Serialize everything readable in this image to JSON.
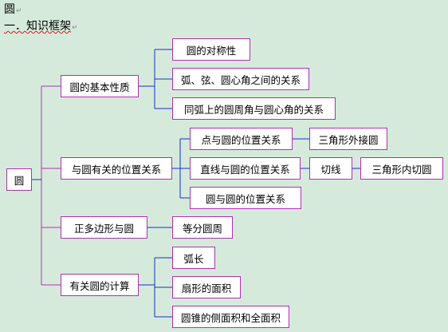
{
  "header": {
    "title": "圆",
    "subtitle": "一．知识框架",
    "paragraph_mark": "↵"
  },
  "colors": {
    "background": "#d6eadc",
    "box_border": "#b030b0",
    "branch_line": "#1830c8",
    "main_line": "#b030b0"
  },
  "diagram": {
    "root": "圆",
    "level1": [
      "圆的基本性质",
      "与圆有关的位置关系",
      "正多边形与圆",
      "有关圆的计算"
    ],
    "basic_properties": [
      "圆的对称性",
      "弧、弦、圆心角之间的关系",
      "同弧上的圆周角与圆心角的关系"
    ],
    "position_relations": [
      "点与圆的位置关系",
      "直线与圆的位置关系",
      "圆与圆的位置关系"
    ],
    "point_circle_detail": "三角形外接圆",
    "line_circle_detail": "切线",
    "tangent_detail": "三角形内切圆",
    "regular_polygon": [
      "等分圆周"
    ],
    "calculations": [
      "弧长",
      "扇形的面积",
      "圆锥的侧面积和全面积"
    ]
  }
}
